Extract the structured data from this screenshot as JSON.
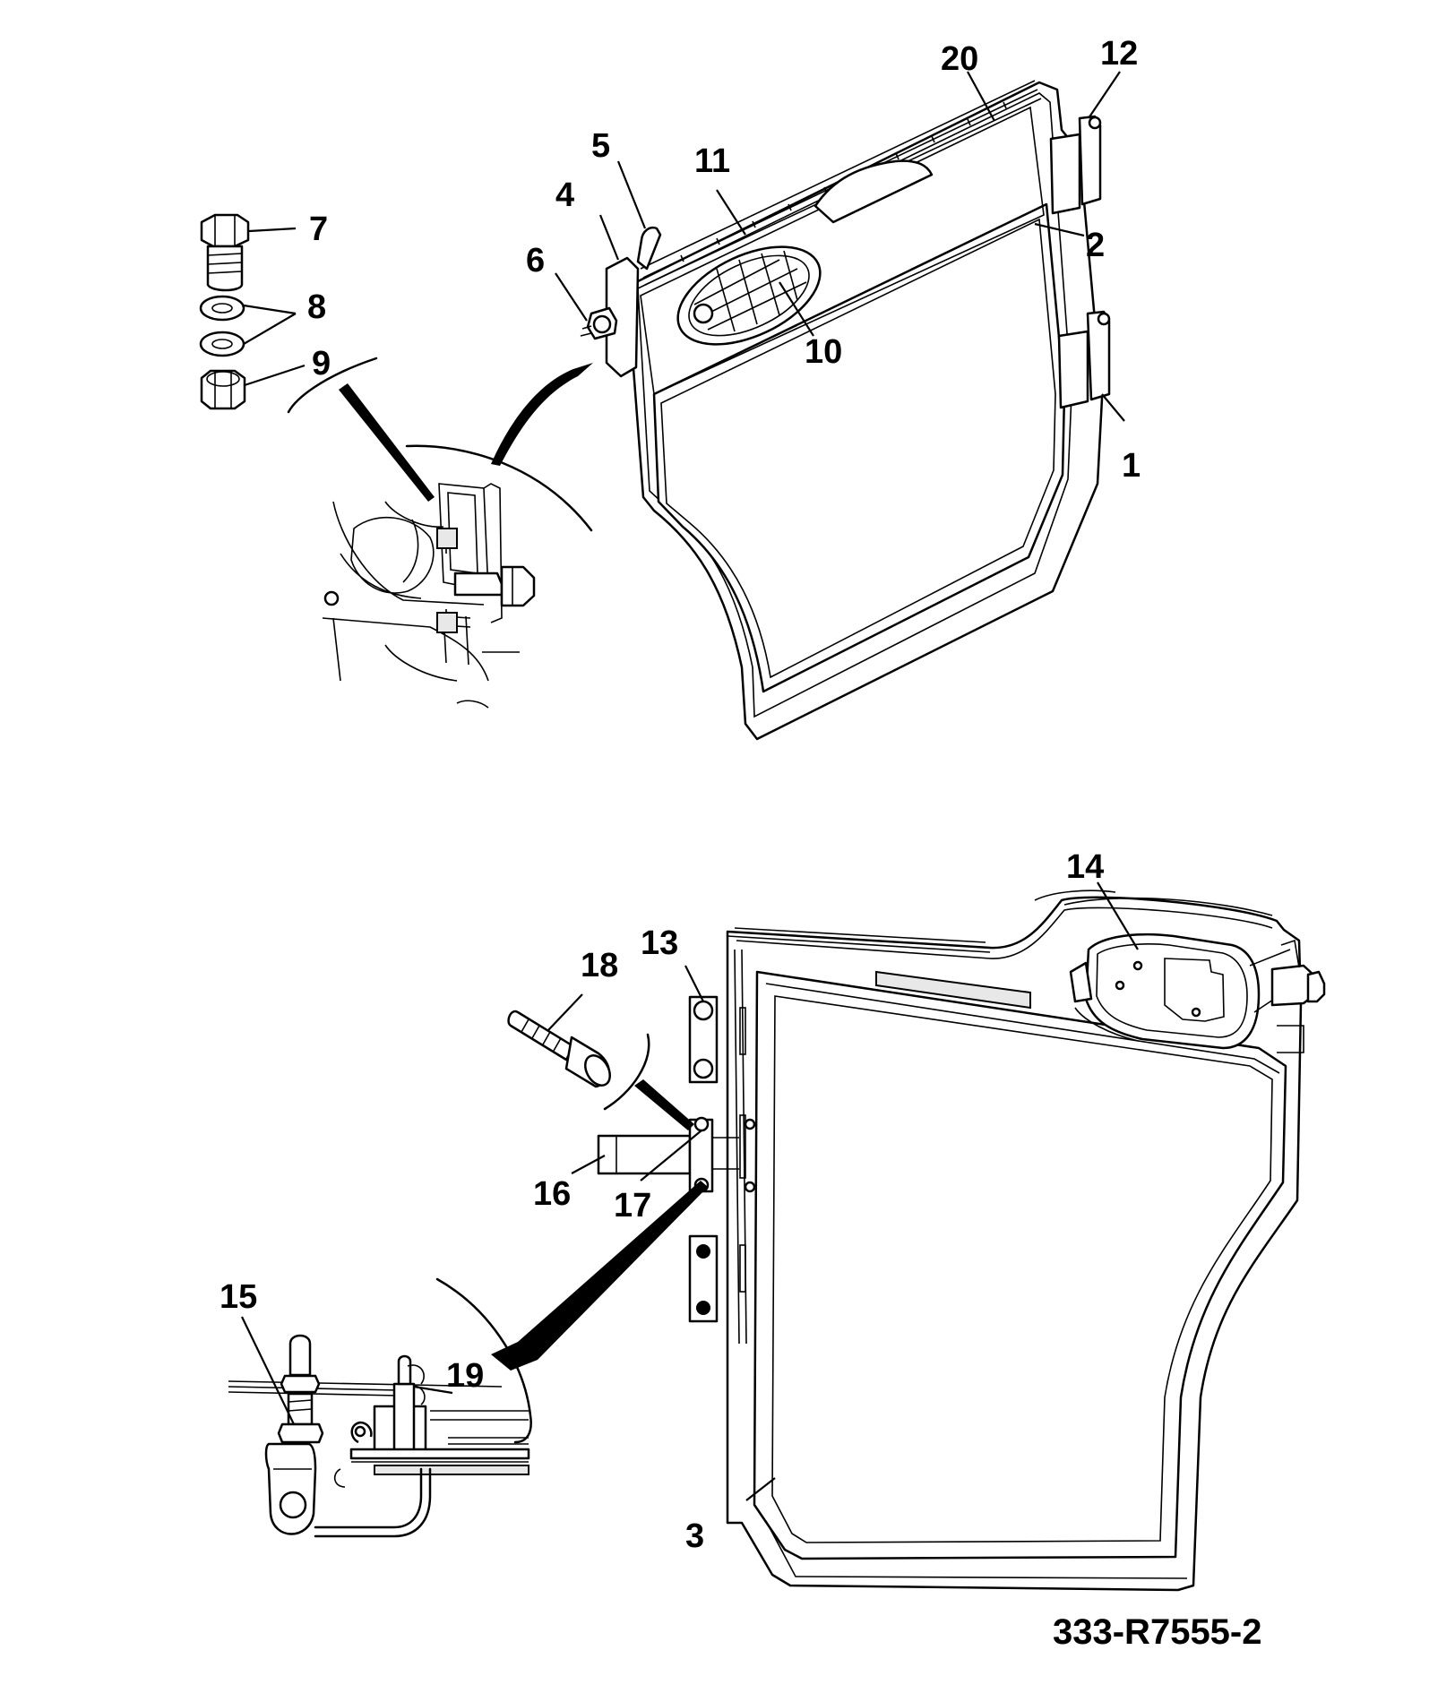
{
  "drawing_number": "333-R7555-2",
  "callouts": [
    {
      "id": "c1",
      "label": "1"
    },
    {
      "id": "c2",
      "label": "2"
    },
    {
      "id": "c3",
      "label": "3"
    },
    {
      "id": "c4",
      "label": "4"
    },
    {
      "id": "c5",
      "label": "5"
    },
    {
      "id": "c6",
      "label": "6"
    },
    {
      "id": "c7",
      "label": "7"
    },
    {
      "id": "c8",
      "label": "8"
    },
    {
      "id": "c9",
      "label": "9"
    },
    {
      "id": "c10",
      "label": "10"
    },
    {
      "id": "c11",
      "label": "11"
    },
    {
      "id": "c12",
      "label": "12"
    },
    {
      "id": "c13",
      "label": "13"
    },
    {
      "id": "c14",
      "label": "14"
    },
    {
      "id": "c15",
      "label": "15"
    },
    {
      "id": "c16",
      "label": "16"
    },
    {
      "id": "c17",
      "label": "17"
    },
    {
      "id": "c18",
      "label": "18"
    },
    {
      "id": "c19",
      "label": "19"
    },
    {
      "id": "c20",
      "label": "20"
    }
  ]
}
